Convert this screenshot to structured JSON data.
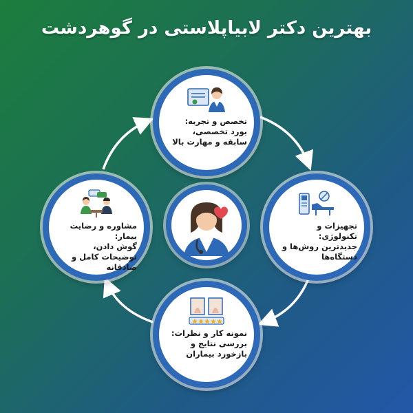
{
  "title": "بهترین دکتر لابیاپلاستی در گوهردشت",
  "colors": {
    "background_start": "#1c7d3d",
    "background_end": "#2358a8",
    "ring": "#2d69b6",
    "heart": "#e3474f"
  },
  "center": {
    "icon": "female-doctor-with-heart-icon"
  },
  "nodes": {
    "top": {
      "icon": "certificate-doctor-icon",
      "heading": "تخصص و تجربه:",
      "body": "بورد تخصصی، سابقه و مهارت بالا"
    },
    "right": {
      "icon": "medical-equipment-icon",
      "heading": "تجهیزات و تکنولوژی:",
      "body": "جدیدترین روش‌ها و دستگاه‌ها"
    },
    "bottom": {
      "icon": "before-after-reviews-icon",
      "heading": "نمونه کار و نظرات:",
      "body": "بررسی نتایج و بازخورد بیماران"
    },
    "left": {
      "icon": "consultation-icon",
      "heading": "مشاوره و رضایت بیمار:",
      "body": "گوش دادن، توضیحات کامل و صادقانه"
    }
  }
}
